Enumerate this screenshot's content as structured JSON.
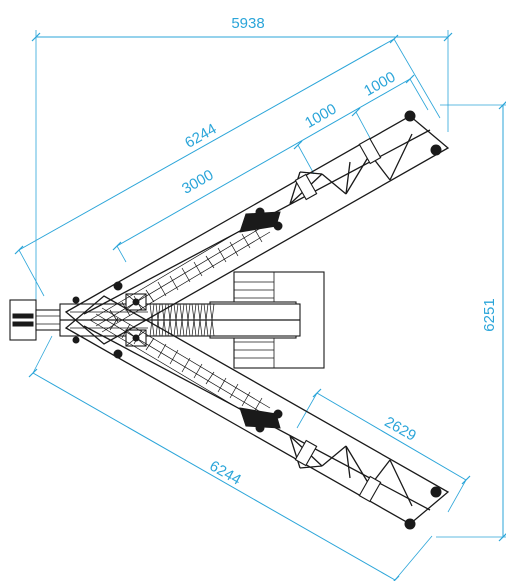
{
  "dimensions": {
    "overall_width": "5938",
    "overall_height": "6251",
    "upper_boom_length": "6244",
    "lower_boom_length": "6244",
    "upper_section_main": "3000",
    "upper_section_a": "1000",
    "upper_section_b": "1000",
    "lower_section": "2629"
  },
  "colors": {
    "dimension": "#2ba5d9",
    "linework": "#1a1a1a"
  }
}
